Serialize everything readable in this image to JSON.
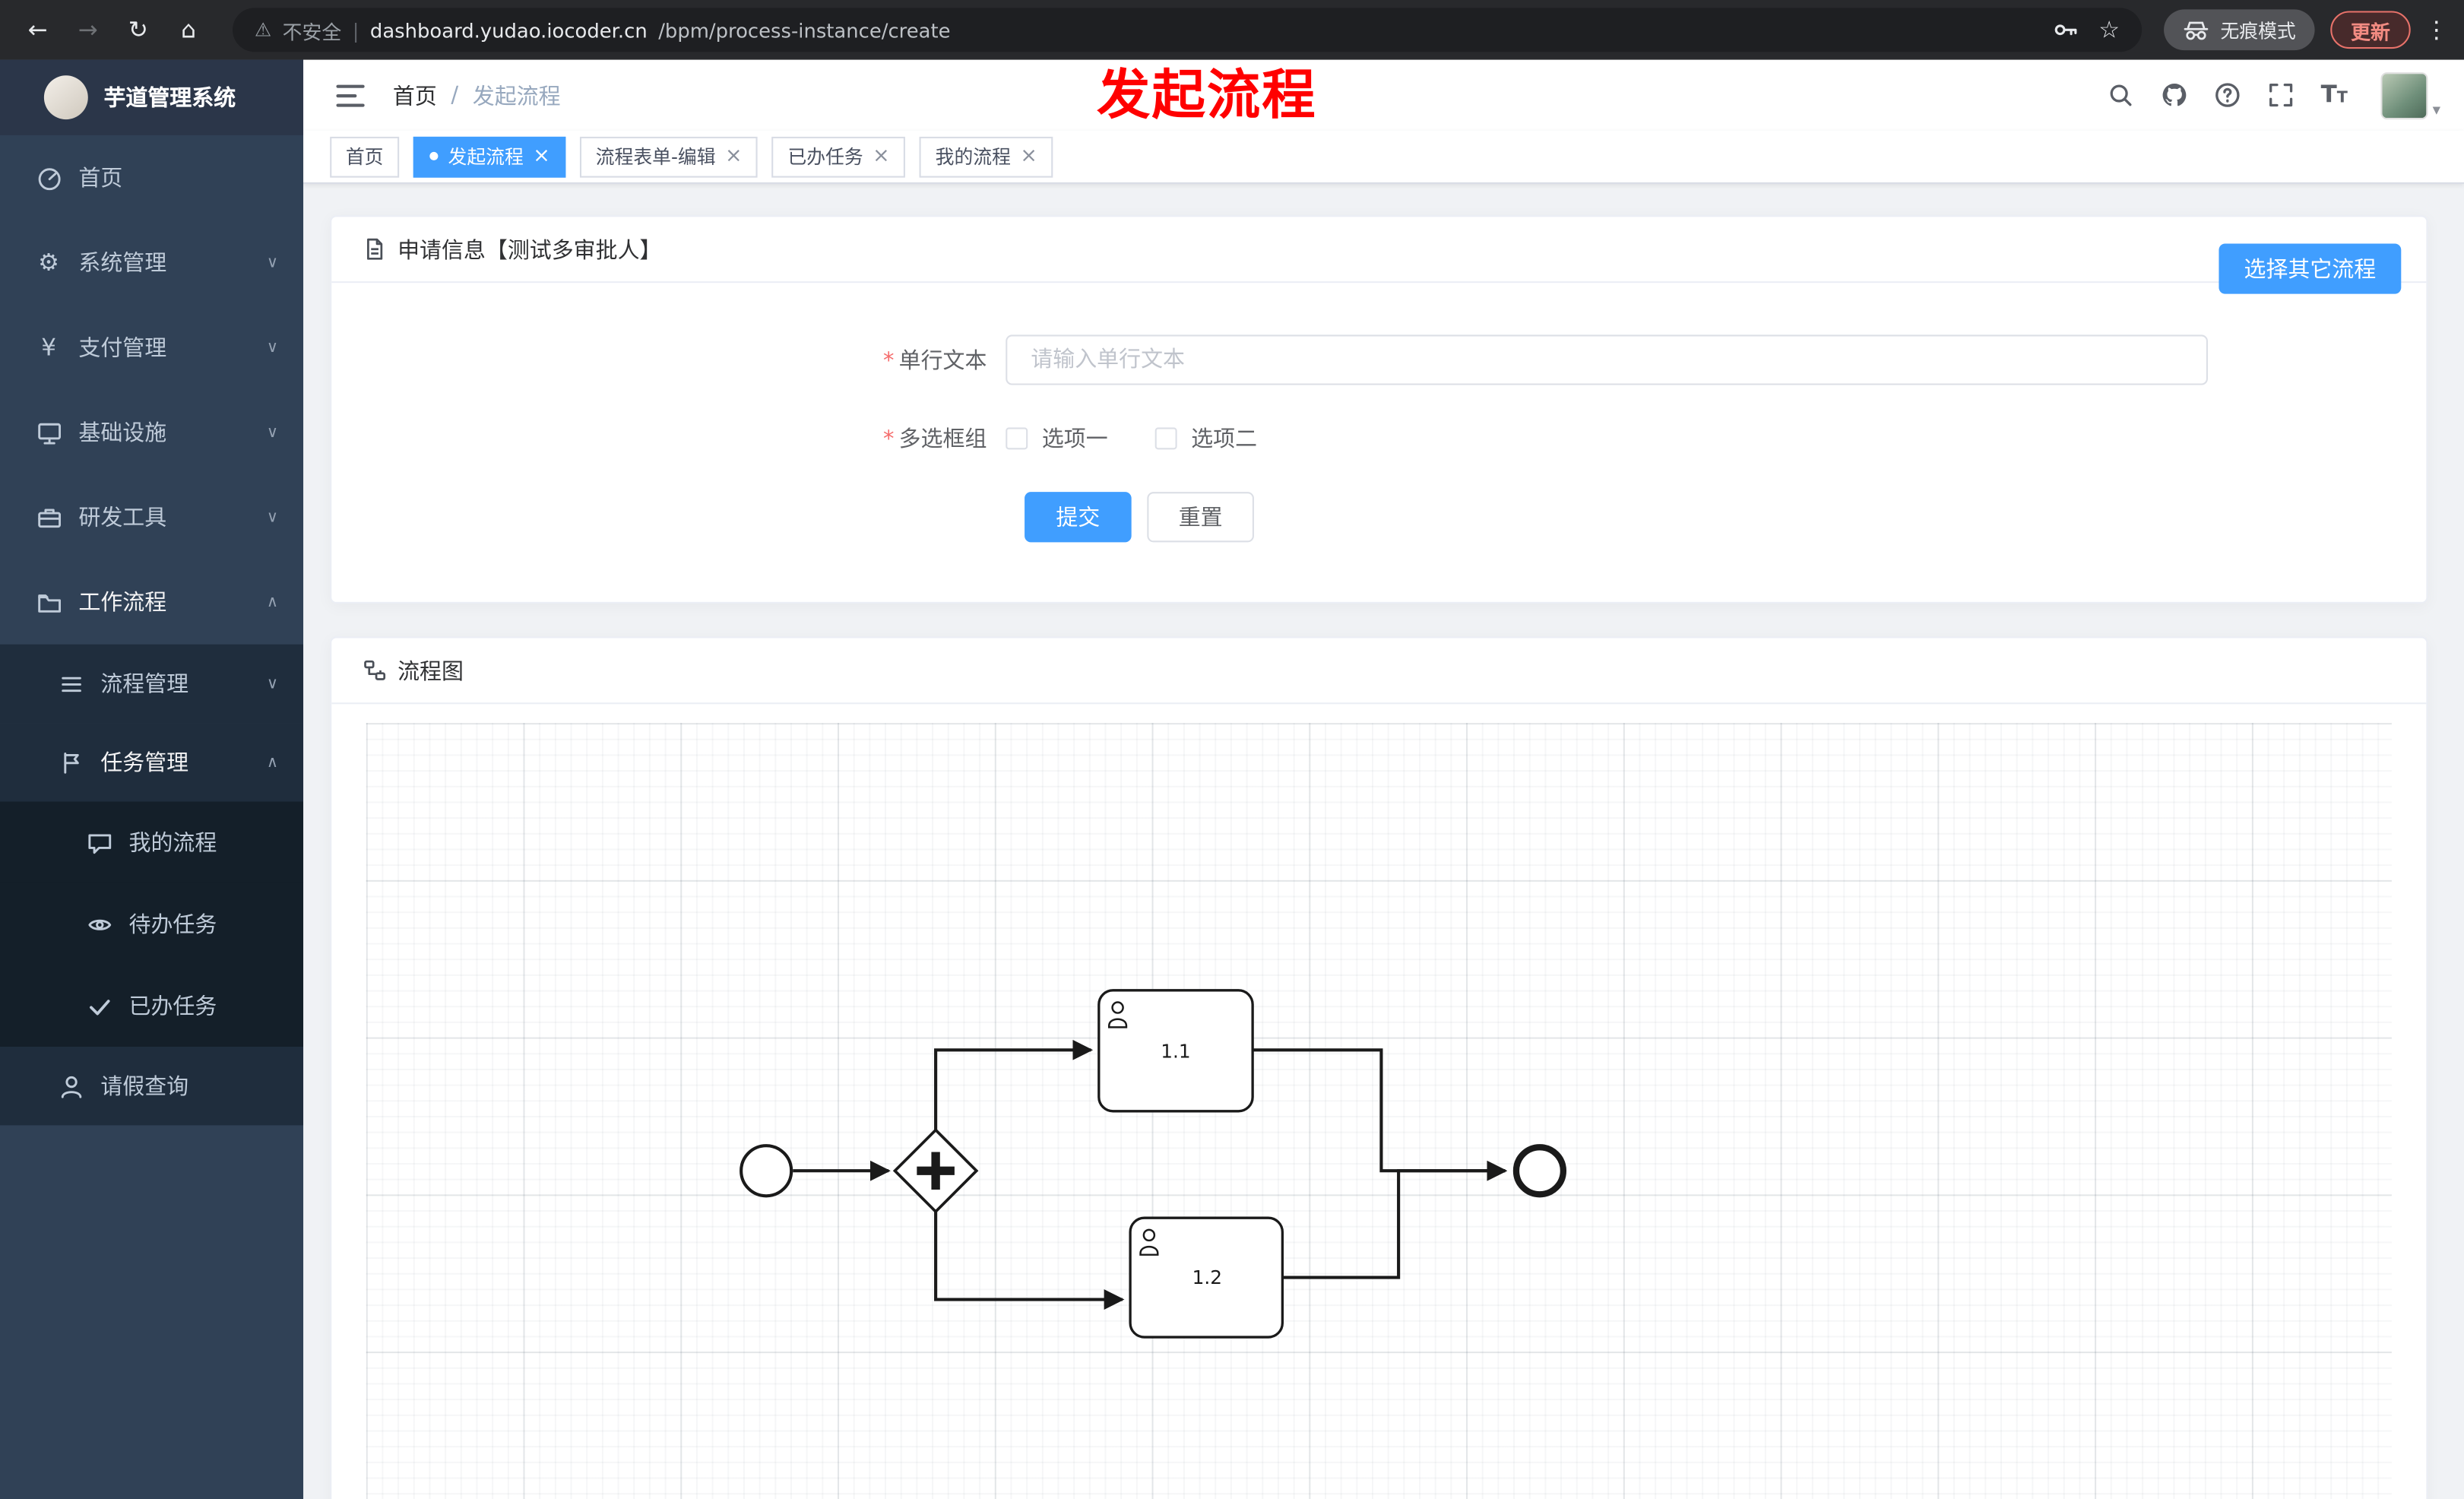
{
  "browser": {
    "security_label": "不安全",
    "url_domain": "dashboard.yudao.iocoder.cn",
    "url_path": "/bpm/process-instance/create",
    "incognito_label": "无痕模式",
    "update_label": "更新"
  },
  "icons": {
    "back": "←",
    "forward": "→",
    "reload": "↻",
    "home": "⌂",
    "warning": "⚠",
    "divider": "|",
    "star": "☆",
    "more_dots": "⋮",
    "close": "×",
    "dot": "●",
    "chevron_down": "∨",
    "chevron_up": "∧",
    "breadcrumb_separator": "/",
    "gear": "⚙",
    "yen": "¥",
    "caret_down": "▾",
    "font_size_large": "T",
    "font_size_small": "T",
    "question": "?"
  },
  "sidebar": {
    "logo_title": "芋道管理系统",
    "menu": [
      {
        "label": "首页",
        "icon": "dashboard-icon",
        "expandable": false
      },
      {
        "label": "系统管理",
        "icon": "gear-icon",
        "expanded": false
      },
      {
        "label": "支付管理",
        "icon": "yen-icon",
        "expanded": false
      },
      {
        "label": "基础设施",
        "icon": "monitor-icon",
        "expanded": false
      },
      {
        "label": "研发工具",
        "icon": "toolbox-icon",
        "expanded": false
      },
      {
        "label": "工作流程",
        "icon": "briefcase-icon",
        "expanded": true
      }
    ],
    "workflow_submenu": [
      {
        "label": "流程管理",
        "icon": "list-icon",
        "expanded": false
      },
      {
        "label": "任务管理",
        "icon": "flag-icon",
        "expanded": true
      }
    ],
    "task_submenu": [
      {
        "label": "我的流程",
        "icon": "chat-icon"
      },
      {
        "label": "待办任务",
        "icon": "eye-icon"
      },
      {
        "label": "已办任务",
        "icon": "check-icon"
      }
    ],
    "leave_query": {
      "label": "请假查询",
      "icon": "person-icon"
    }
  },
  "header": {
    "breadcrumb_home": "首页",
    "breadcrumb_current": "发起流程",
    "annotation": "发起流程"
  },
  "tabs": [
    {
      "label": "首页",
      "active": false,
      "closable": false
    },
    {
      "label": "发起流程",
      "active": true,
      "closable": true
    },
    {
      "label": "流程表单-编辑",
      "active": false,
      "closable": true
    },
    {
      "label": "已办任务",
      "active": false,
      "closable": true
    },
    {
      "label": "我的流程",
      "active": false,
      "closable": true
    }
  ],
  "form_card": {
    "title": "申请信息【测试多审批人】",
    "choose_other_label": "选择其它流程",
    "required_marker": "*",
    "text_field": {
      "label": "单行文本",
      "placeholder": "请输入单行文本",
      "value": "",
      "required": true
    },
    "checkbox_group": {
      "label": "多选框组",
      "required": true,
      "options": [
        {
          "label": "选项一",
          "checked": false
        },
        {
          "label": "选项二",
          "checked": false
        }
      ]
    },
    "submit_label": "提交",
    "reset_label": "重置"
  },
  "diagram_card": {
    "title": "流程图",
    "type": "bpmn-process",
    "nodes": [
      "start-event",
      "parallel-gateway",
      "user-task",
      "user-task",
      "end-event"
    ],
    "tasks": [
      {
        "label": "1.1"
      },
      {
        "label": "1.2"
      }
    ]
  },
  "colors": {
    "primary": "#409eff",
    "annotation_red": "#ff0000",
    "sidebar_bg": "#304156",
    "sidebar_submenu_bg": "#1f2d3d",
    "tab_active_bg": "#409eff"
  }
}
